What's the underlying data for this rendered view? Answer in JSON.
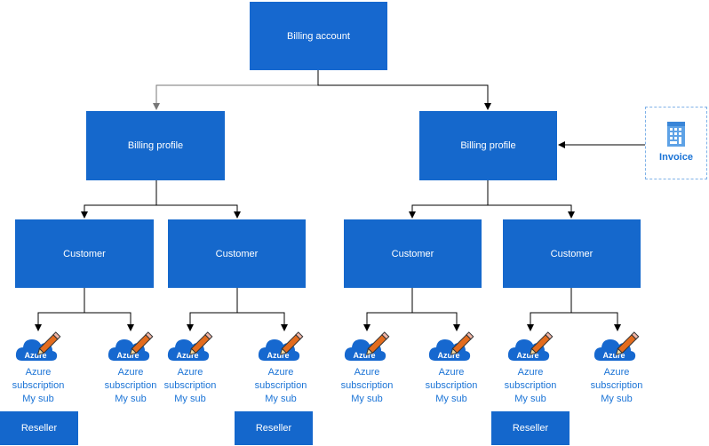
{
  "billing_account": {
    "label": "Billing account"
  },
  "billing_profiles": [
    {
      "label": "Billing profile"
    },
    {
      "label": "Billing profile"
    }
  ],
  "customers": [
    {
      "label": "Customer"
    },
    {
      "label": "Customer"
    },
    {
      "label": "Customer"
    },
    {
      "label": "Customer"
    }
  ],
  "subscriptions": [
    {
      "badge": "Azure",
      "line1": "Azure",
      "line2": "subscription",
      "line3": "My sub"
    },
    {
      "badge": "Azure",
      "line1": "Azure",
      "line2": "subscription",
      "line3": "My sub"
    },
    {
      "badge": "Azure",
      "line1": "Azure",
      "line2": "subscription",
      "line3": "My sub"
    },
    {
      "badge": "Azure",
      "line1": "Azure",
      "line2": "subscription",
      "line3": "My sub"
    },
    {
      "badge": "Azure",
      "line1": "Azure",
      "line2": "subscription",
      "line3": "My sub"
    },
    {
      "badge": "Azure",
      "line1": "Azure",
      "line2": "subscription",
      "line3": "My sub"
    },
    {
      "badge": "Azure",
      "line1": "Azure",
      "line2": "subscription",
      "line3": "My sub"
    },
    {
      "badge": "Azure",
      "line1": "Azure",
      "line2": "subscription",
      "line3": "My sub"
    }
  ],
  "resellers": [
    {
      "label": "Reseller"
    },
    {
      "label": "Reseller"
    },
    {
      "label": "Reseller"
    }
  ],
  "invoice": {
    "label": "Invoice",
    "icon": "invoice-icon"
  },
  "colors": {
    "box": "#1568cc",
    "connector": "#000000",
    "text_link": "#1a73d6"
  }
}
